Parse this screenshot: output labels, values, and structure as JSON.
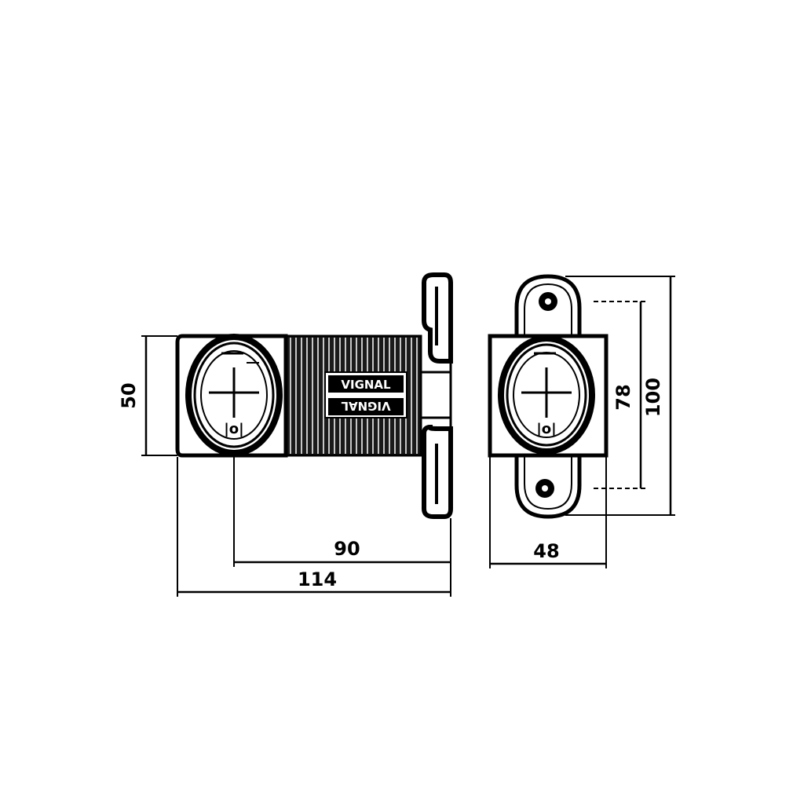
{
  "dimensions": {
    "height_side": "50",
    "lamp_to_mount": "90",
    "overall_length": "114",
    "front_width": "48",
    "hole_spacing": "78",
    "overall_height": "100"
  },
  "body_text": {
    "upper": "VIGNAL",
    "lower": "VIGNAL"
  },
  "icons": [
    "lamp-lens-icon",
    "mounting-hole-icon"
  ],
  "colors": {
    "line": "#000000",
    "background": "#ffffff"
  }
}
